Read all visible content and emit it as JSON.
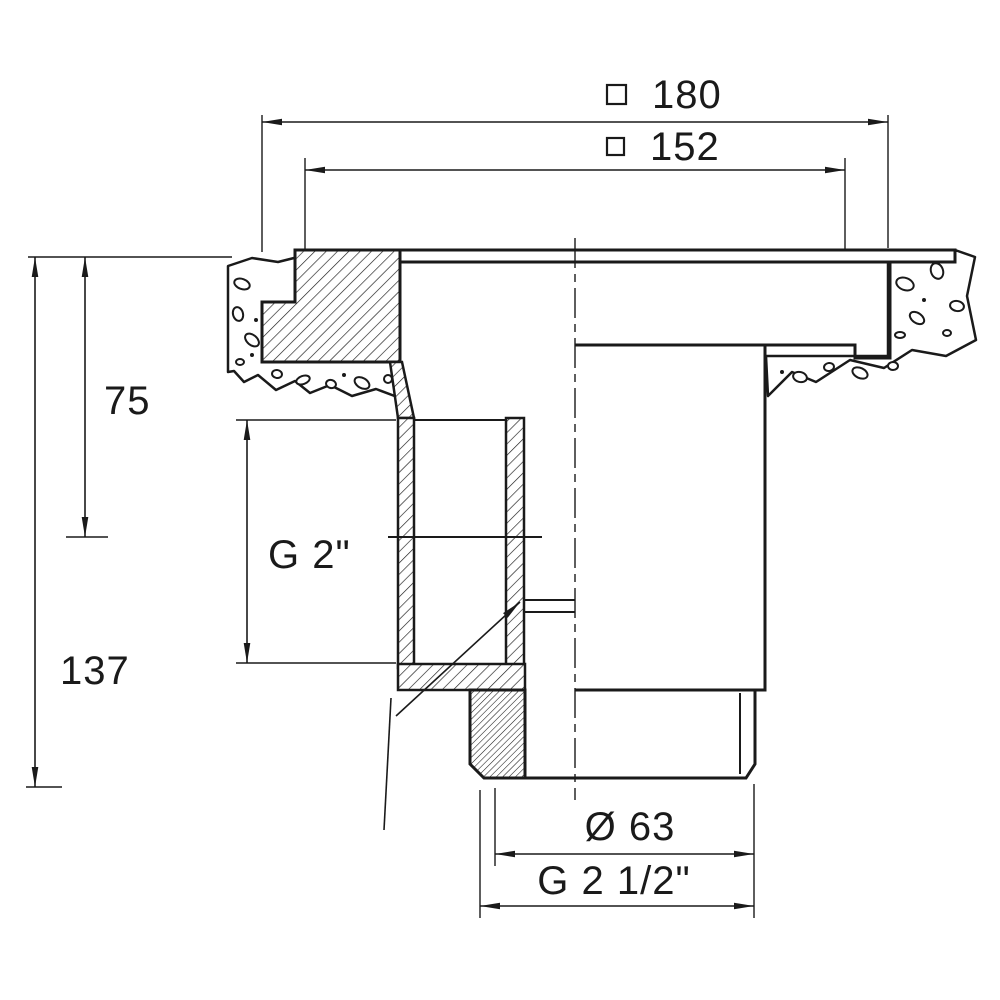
{
  "drawing": {
    "kind": "technical cross-section drawing of a threaded wall conduit fitting",
    "line_color": "#1a1a1a",
    "background_color": "#ffffff",
    "dims": {
      "outer_square": "180",
      "inner_square": "152",
      "embed_depth": "75",
      "overall_depth": "137",
      "socket_thread": "G 2\"",
      "spigot_diameter": "Ø 63",
      "spigot_thread": "G 2 1/2\""
    },
    "icons": {
      "square_symbol": "□"
    }
  }
}
